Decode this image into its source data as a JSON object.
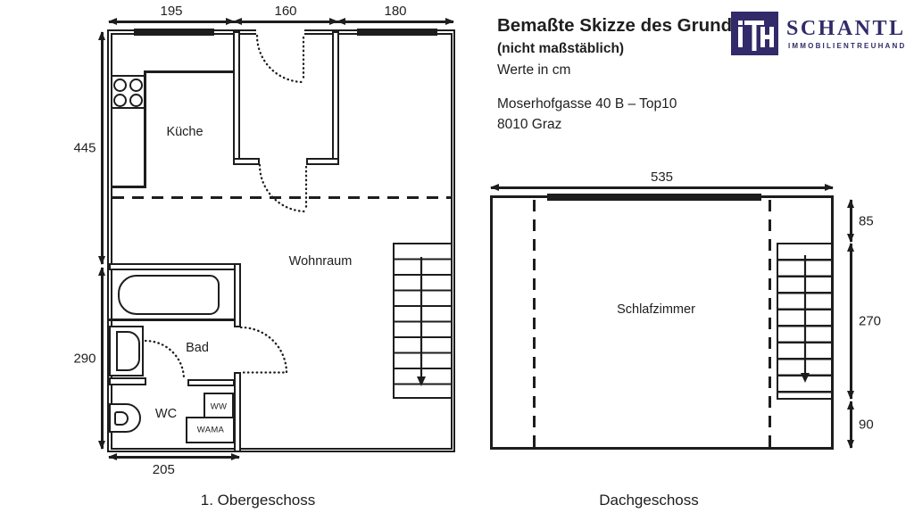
{
  "header": {
    "title": "Bemaßte Skizze des Grund",
    "subtitle": "(nicht maßstäblich)",
    "unit_note": "Werte in cm",
    "address_line1": "Moserhofgasse 40 B – Top10",
    "address_line2": "8010 Graz"
  },
  "logo": {
    "monogram": "ITH",
    "company": "SCHANTL",
    "tagline": "IMMOBILIENTREUHAND",
    "navy_color": "#312b69"
  },
  "floor_upper": {
    "caption": "1. Obergeschoss",
    "room_kueche": "Küche",
    "room_wohnraum": "Wohnraum",
    "room_bad": "Bad",
    "room_wc": "WC",
    "fixture_ww": "WW",
    "fixture_wama": "WAMA",
    "dim_top_left": "195",
    "dim_top_mid": "160",
    "dim_top_right": "180",
    "dim_left_upper": "445",
    "dim_left_lower": "290",
    "dim_bottom": "205"
  },
  "floor_attic": {
    "caption": "Dachgeschoss",
    "room_schlafzimmer": "Schlafzimmer",
    "dim_top": "535",
    "dim_right_upper": "85",
    "dim_right_mid": "270",
    "dim_right_lower": "90"
  },
  "ink_color": "#1d1d1d"
}
